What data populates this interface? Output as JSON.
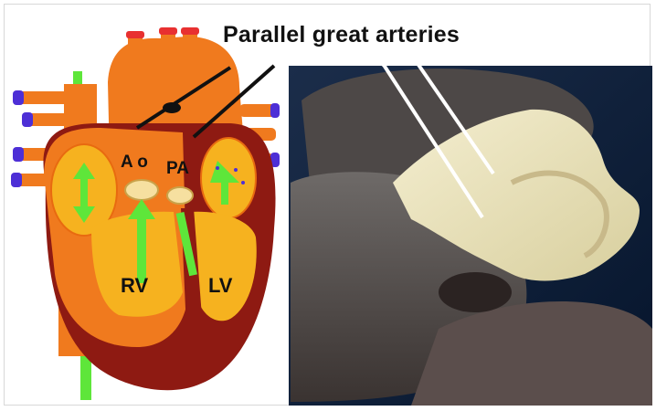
{
  "title": "Parallel great arteries",
  "labels": {
    "aorta": "A o",
    "pulmonary_artery": "PA",
    "right_ventricle": "RV",
    "left_ventricle": "LV"
  },
  "colors": {
    "heart_orange": "#f07a1e",
    "muscle_red": "#8e1a12",
    "chamber_yellow": "#f6b21f",
    "valve_cream": "#f6e0a0",
    "flow_green": "#5ee63a",
    "vein_blue": "#4d2fd6",
    "artery_red": "#e83030",
    "photo_background": "#0c1f3a"
  }
}
